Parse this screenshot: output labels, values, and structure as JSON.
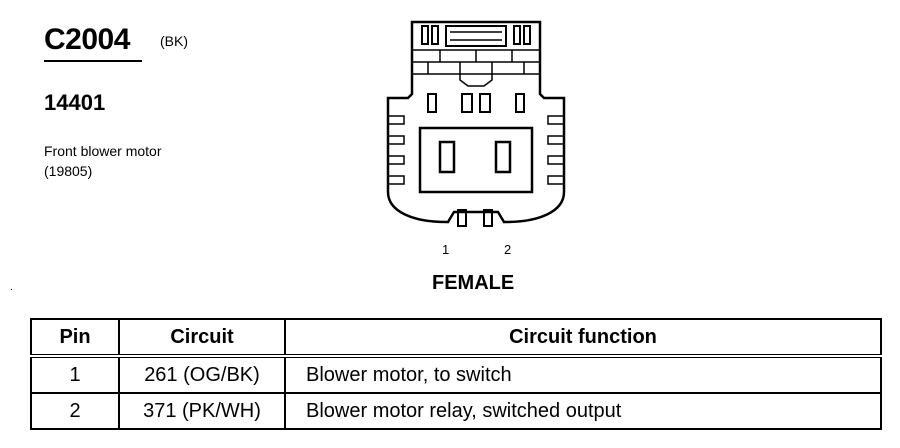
{
  "connector": {
    "id": "C2004",
    "color": "(BK)",
    "part_number": "14401",
    "description_line1": "Front blower motor",
    "description_line2": "(19805)",
    "gender": "FEMALE",
    "pin_labels": [
      "1",
      "2"
    ]
  },
  "table": {
    "headers": {
      "pin": "Pin",
      "circuit": "Circuit",
      "function": "Circuit function"
    },
    "rows": [
      {
        "pin": "1",
        "circuit": "261 (OG/BK)",
        "function": "Blower motor, to switch"
      },
      {
        "pin": "2",
        "circuit": "371 (PK/WH)",
        "function": "Blower motor relay, switched output"
      }
    ]
  },
  "stray_mark": "."
}
